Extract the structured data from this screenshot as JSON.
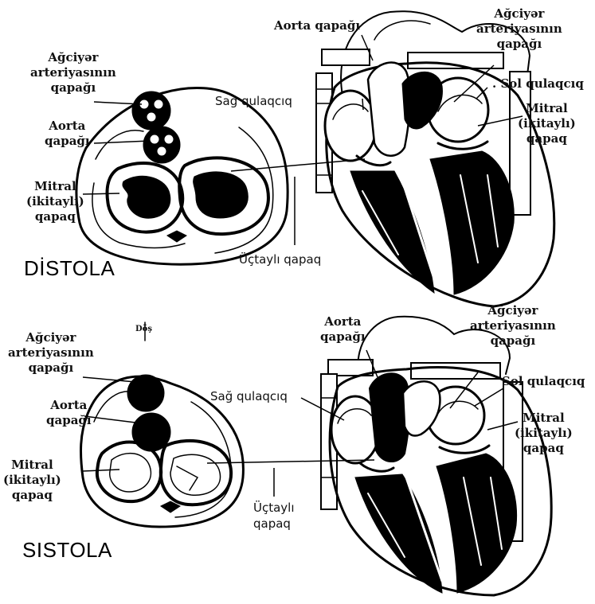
{
  "top": {
    "phase": "DİSTOLA",
    "labels": {
      "aorta_valve_right": "Aorta qapağı",
      "pulmonary_valve_right": "Ağciyər\narteriyasının\nqapağı",
      "pulmonary_valve_left": "Ağciyər\narteriyasının\nqapağı",
      "aorta_valve_left": "Aorta\nqapağı",
      "mitral_left": "Mitral\n(ikitaylı)\nqapaq",
      "right_atrium": "Sağ qulaqcıq",
      "left_atrium": ". Sol qulaqcıq",
      "mitral_right": "Mitral\n(ikitaylı)\nqapaq",
      "tricuspid": "Üçtaylı qapaq"
    }
  },
  "bottom": {
    "phase": "SISTOLA",
    "chest_label": "Döş",
    "labels": {
      "pulmonary_valve_left": "Ağciyər\narteriyasının\nqapağı",
      "aorta_valve_left": "Aorta\nqapağı",
      "mitral_left": "Mitral\n(ikitaylı)\nqapaq",
      "aorta_valve_right": "Aorta\nqapağı",
      "pulmonary_valve_right": "Ağciyər\narteriyasının\nqapağı",
      "right_atrium": "Sağ qulaqcıq",
      "left_atrium": "Sol qulaqcıq",
      "mitral_right": "Mitral\n(ikitaylı)\nqapaq",
      "tricuspid": "Üçtaylı\nqapaq"
    }
  }
}
